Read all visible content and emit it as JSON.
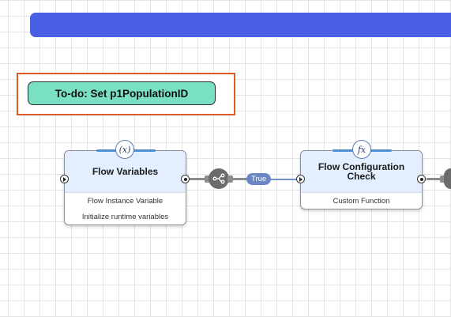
{
  "header": {
    "banner_color": "#4a5fe3"
  },
  "annotation": {
    "text": "To-do: Set p1PopulationID",
    "border_color": "#e05a28",
    "fill_color": "#79e0c4"
  },
  "nodes": {
    "flow_variables": {
      "title": "Flow Variables",
      "icon": "variable-x-icon",
      "icon_glyph": "(x)",
      "type_label": "Flow Instance Variable",
      "description": "Initialize runtime variables"
    },
    "flow_config_check": {
      "title_line1": "Flow Configuration",
      "title_line2": "Check",
      "icon": "function-fx-icon",
      "icon_glyph": "fx",
      "type_label": "Custom Function"
    }
  },
  "connector": {
    "icon": "branch-icon",
    "condition_label": "True"
  },
  "colors": {
    "node_header": "#e3efff",
    "accent": "#4f8ed1",
    "connector": "#8c8c8c",
    "true_pill": "#6b86c4"
  }
}
